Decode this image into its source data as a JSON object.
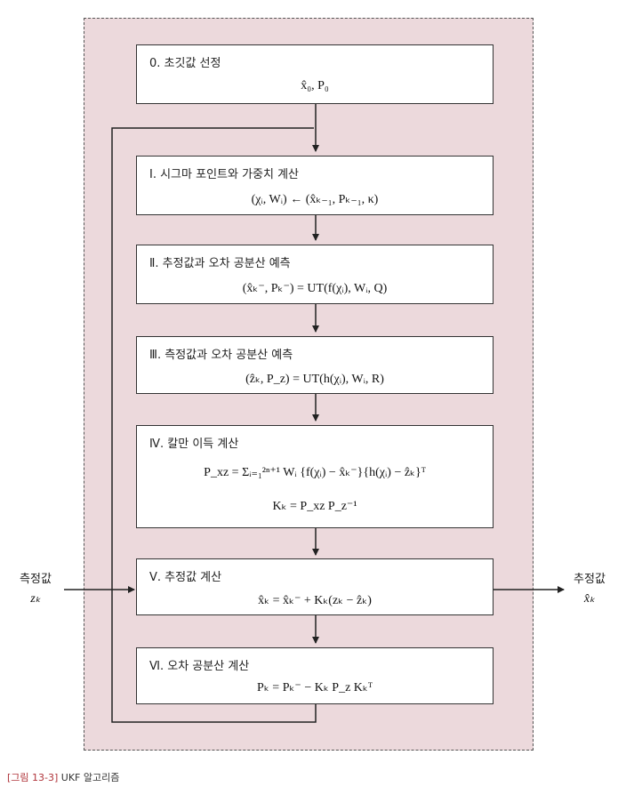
{
  "steps": [
    {
      "title": "0. 초깃값 선정",
      "formula": [
        "x̂₀, P₀"
      ]
    },
    {
      "title": "Ⅰ. 시그마 포인트와 가중치 계산",
      "formula": [
        "(χᵢ, Wᵢ) ← (x̂ₖ₋₁, Pₖ₋₁, κ)"
      ]
    },
    {
      "title": "Ⅱ. 추정값과 오차 공분산 예측",
      "formula": [
        "(x̂ₖ⁻, Pₖ⁻) = UT(f(χᵢ), Wᵢ, Q)"
      ]
    },
    {
      "title": "Ⅲ. 측정값과 오차 공분산 예측",
      "formula": [
        "(ẑₖ, P_z) = UT(h(χᵢ), Wᵢ, R)"
      ]
    },
    {
      "title": "Ⅳ. 칼만 이득 계산",
      "formula": [
        "P_xz = Σᵢ₌₁²ⁿ⁺¹ Wᵢ {f(χᵢ) − x̂ₖ⁻}{h(χᵢ) − ẑₖ}ᵀ",
        "Kₖ = P_xz P_z⁻¹"
      ]
    },
    {
      "title": "Ⅴ. 추정값 계산",
      "formula": [
        "x̂ₖ = x̂ₖ⁻ + Kₖ(zₖ − ẑₖ)"
      ]
    },
    {
      "title": "Ⅵ. 오차 공분산 계산",
      "formula": [
        "Pₖ = Pₖ⁻ − Kₖ P_z Kₖᵀ"
      ]
    }
  ],
  "input": {
    "label": "측정값",
    "variable": "zₖ"
  },
  "output": {
    "label": "추정값",
    "variable": "x̂ₖ"
  },
  "caption": {
    "tag": "[그림 13-3]",
    "text": " UKF 알고리즘"
  }
}
